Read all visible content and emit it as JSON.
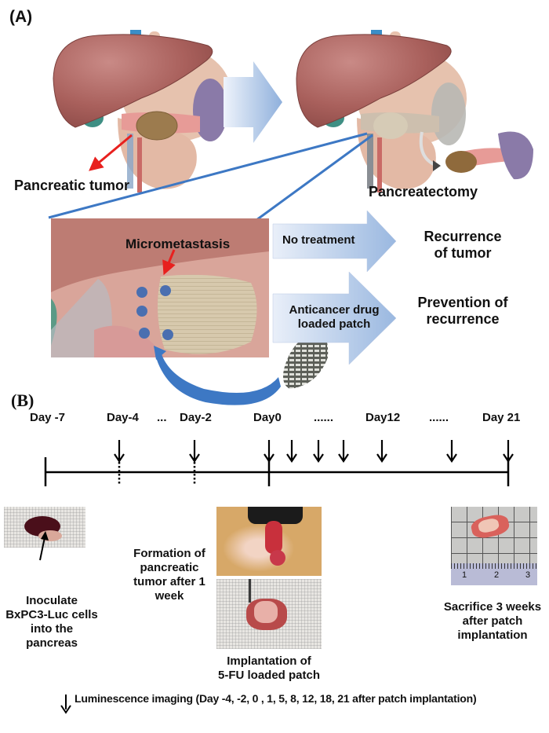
{
  "panel_a": {
    "label": "(A)",
    "left_illustration": {
      "caption": "Pancreatic tumor",
      "organ": "liver-pancreas-anatomy"
    },
    "right_illustration": {
      "caption": "Pancreatectomy",
      "organ": "liver-pancreas-anatomy-resected"
    },
    "inset": {
      "label": "Micrometastasis"
    },
    "pathways": [
      {
        "arrow_label": "No treatment",
        "outcome": "Recurrence of tumor",
        "outcome_lines": [
          "Recurrence",
          "of tumor"
        ]
      },
      {
        "arrow_label": "Anticancer drug loaded patch",
        "arrow_label_lines": [
          "Anticancer drug",
          "loaded patch"
        ],
        "outcome": "Prevention of recurrence",
        "outcome_lines": [
          "Prevention of",
          "recurrence"
        ]
      }
    ],
    "colors": {
      "pointer_red": "#e8201e",
      "connector_blue": "#3d78c4",
      "flow_arrow_light": "#e6edf8",
      "flow_arrow_dark": "#8fb0dc"
    }
  },
  "panel_b": {
    "label": "(B)",
    "timeline": {
      "day_labels": [
        {
          "text": "Day -7",
          "day": -7
        },
        {
          "text": "Day-4",
          "day": -4
        },
        {
          "text": "...",
          "day": null
        },
        {
          "text": "Day-2",
          "day": -2
        },
        {
          "text": "Day0",
          "day": 0
        },
        {
          "text": "......",
          "day": null
        },
        {
          "text": "Day12",
          "day": 12
        },
        {
          "text": "......",
          "day": null
        },
        {
          "text": "Day 21",
          "day": 21
        }
      ],
      "imaging_days": [
        -4,
        -2,
        0,
        1,
        5,
        8,
        12,
        18,
        21
      ],
      "ticks": [
        {
          "day": -7,
          "style": "solid"
        },
        {
          "day": -4,
          "style": "dotted"
        },
        {
          "day": -2,
          "style": "dotted"
        },
        {
          "day": 0,
          "style": "solid"
        },
        {
          "day": 21,
          "style": "solid"
        }
      ]
    },
    "steps": [
      {
        "caption_lines": [
          "Inoculate",
          "BxPC3-Luc cells",
          "into the",
          "pancreas"
        ],
        "photo": "pancreas-on-gauze"
      },
      {
        "caption_lines": [
          "Formation of",
          "pancreatic",
          "tumor after 1",
          "week"
        ],
        "photo": "surgical-tumor-exposure"
      },
      {
        "caption_lines": [
          "Implantation of",
          "5-FU loaded patch"
        ],
        "photo": "patch-on-gauze"
      },
      {
        "caption_lines": [
          "Sacrifice 3 weeks",
          "after patch",
          "implantation"
        ],
        "photo": "excised-tissue-on-grid"
      }
    ],
    "ruler_numbers": [
      "1",
      "2",
      "3"
    ],
    "legend": "Luminescence imaging (Day -4, -2, 0 , 1, 5, 8, 12, 18, 21 after patch implantation)"
  }
}
